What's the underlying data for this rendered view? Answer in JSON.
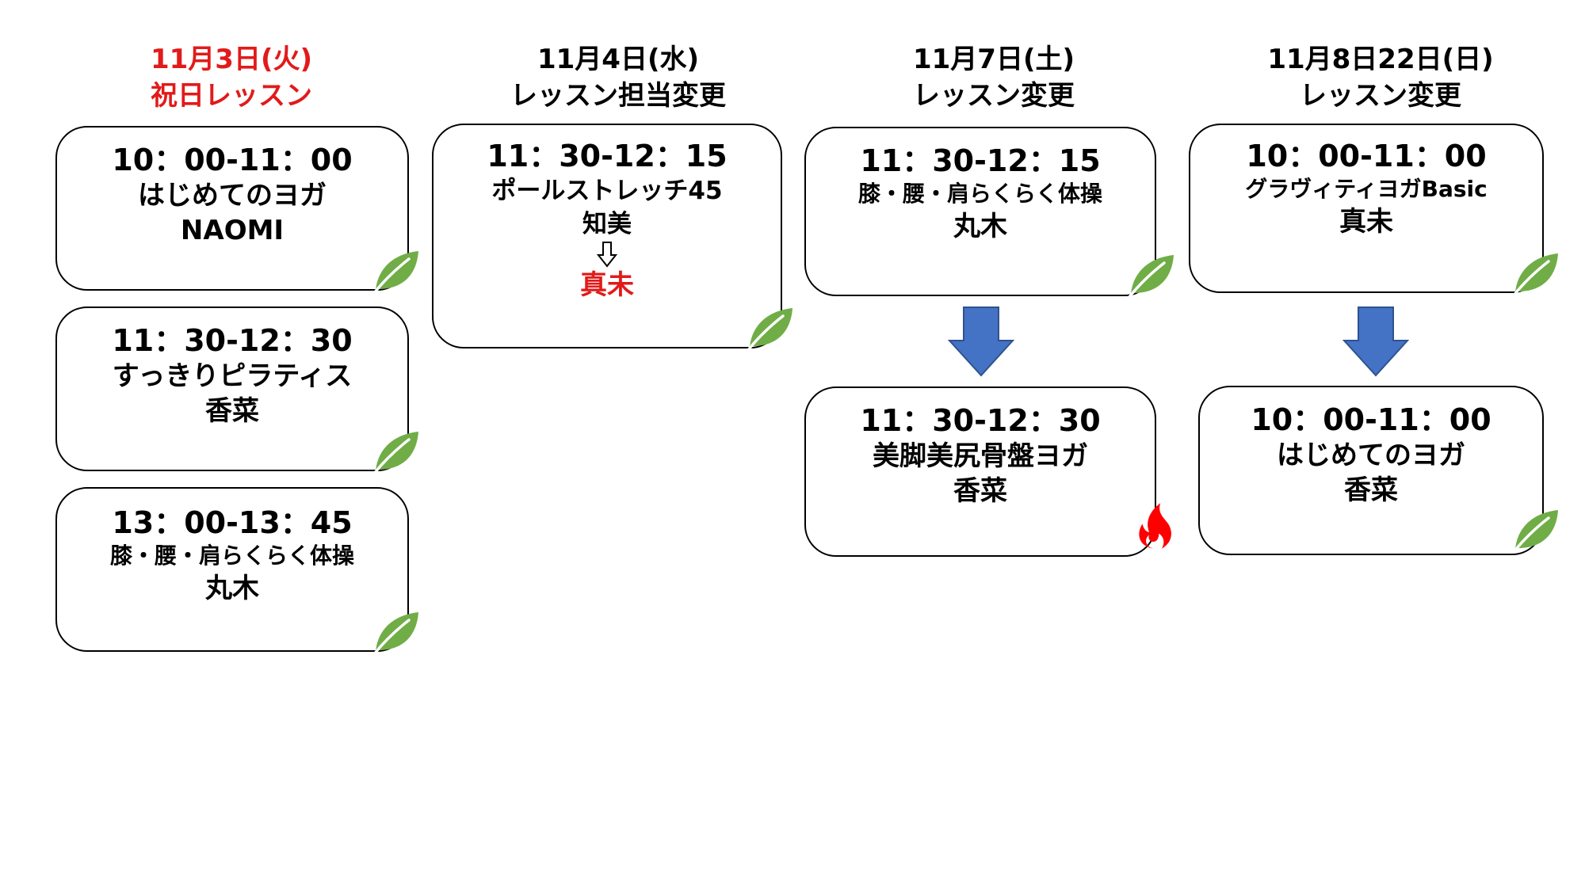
{
  "columns": [
    {
      "date": "11月3日(火)",
      "subtitle": "祝日レッスン",
      "cards": [
        {
          "time": "10：00-11：00",
          "lesson": "はじめてのヨガ",
          "teacher": "NAOMI",
          "icon": "leaf-icon"
        },
        {
          "time": "11：30-12：30",
          "lesson": "すっきりピラティス",
          "teacher": "香菜",
          "icon": "leaf-icon"
        },
        {
          "time": "13：00-13：45",
          "lesson": "膝・腰・肩らくらく体操",
          "teacher": "丸木",
          "icon": "leaf-icon"
        }
      ]
    },
    {
      "date": "11月4日(水)",
      "subtitle": "レッスン担当変更",
      "card": {
        "time": "11：30-12：15",
        "lesson": "ポールストレッチ45",
        "teacher_old": "知美",
        "teacher_new": "真未",
        "icon": "leaf-icon"
      }
    },
    {
      "date": "11月7日(土)",
      "subtitle": "レッスン変更",
      "before": {
        "time": "11：30-12：15",
        "lesson": "膝・腰・肩らくらく体操",
        "teacher": "丸木",
        "icon": "leaf-icon"
      },
      "after": {
        "time": "11：30-12：30",
        "lesson": "美脚美尻骨盤ヨガ",
        "teacher": "香菜",
        "icon": "flame-icon"
      }
    },
    {
      "date": "11月8日22日(日)",
      "subtitle": "レッスン変更",
      "before": {
        "time": "10：00-11：00",
        "lesson": "グラヴィティヨガBasic",
        "teacher": "真未",
        "icon": "leaf-icon"
      },
      "after": {
        "time": "10：00-11：00",
        "lesson": "はじめてのヨガ",
        "teacher": "香菜",
        "icon": "leaf-icon"
      }
    }
  ],
  "colors": {
    "highlight_red": "#e21a1a",
    "leaf_green": "#70ad47",
    "arrow_blue": "#4472c4",
    "flame_red": "#ff0000"
  }
}
